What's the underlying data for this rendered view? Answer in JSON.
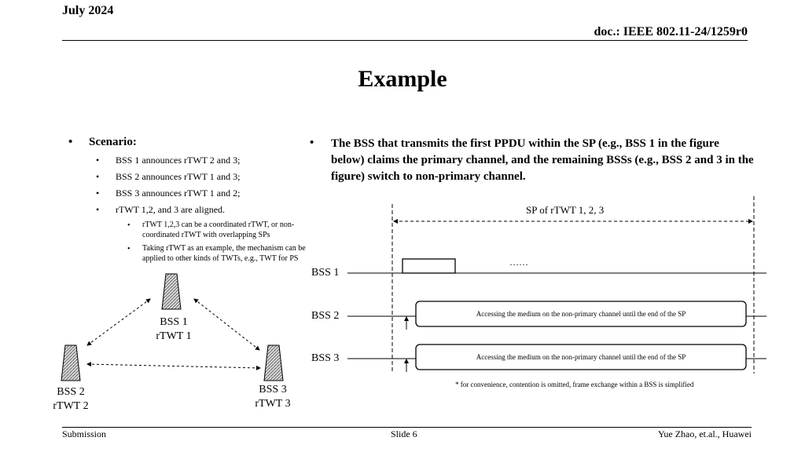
{
  "header": {
    "date": "July 2024",
    "doc": "doc.: IEEE 802.11-24/1259r0"
  },
  "title": "Example",
  "left": {
    "heading": "Scenario:",
    "items": [
      "BSS 1 announces rTWT 2 and 3;",
      "BSS 2 announces rTWT 1 and 3;",
      "BSS 3 announces rTWT 1 and 2;",
      "rTWT 1,2, and 3 are aligned."
    ],
    "subitems": [
      "rTWT 1,2,3 can be a coordinated rTWT, or non-coordinated rTWT with overlapping SPs",
      "Taking rTWT as an example, the mechanism can be applied to other kinds of TWTs, e.g., TWT for PS"
    ]
  },
  "right": {
    "text": "The BSS that transmits the first PPDU within the SP (e.g., BSS 1 in the figure below) claims the primary channel, and the remaining BSSs (e.g., BSS 2 and 3 in the figure) switch to non-primary channel."
  },
  "topology": {
    "ap1": [
      "BSS 1",
      "rTWT 1"
    ],
    "ap2": [
      "BSS 2",
      "rTWT 2"
    ],
    "ap3": [
      "BSS 3",
      "rTWT 3"
    ]
  },
  "timing": {
    "sp_label": "SP of rTWT 1, 2, 3",
    "rows": [
      "BSS 1",
      "BSS 2",
      "BSS 3"
    ],
    "dots": "……",
    "box_text": "Accessing the medium on the non-primary channel until the end of the SP",
    "note": "* for convenience, contention is omitted, frame exchange within a BSS is simplified"
  },
  "footer": {
    "left": "Submission",
    "center": "Slide 6",
    "right": "Yue Zhao, et.al., Huawei"
  }
}
